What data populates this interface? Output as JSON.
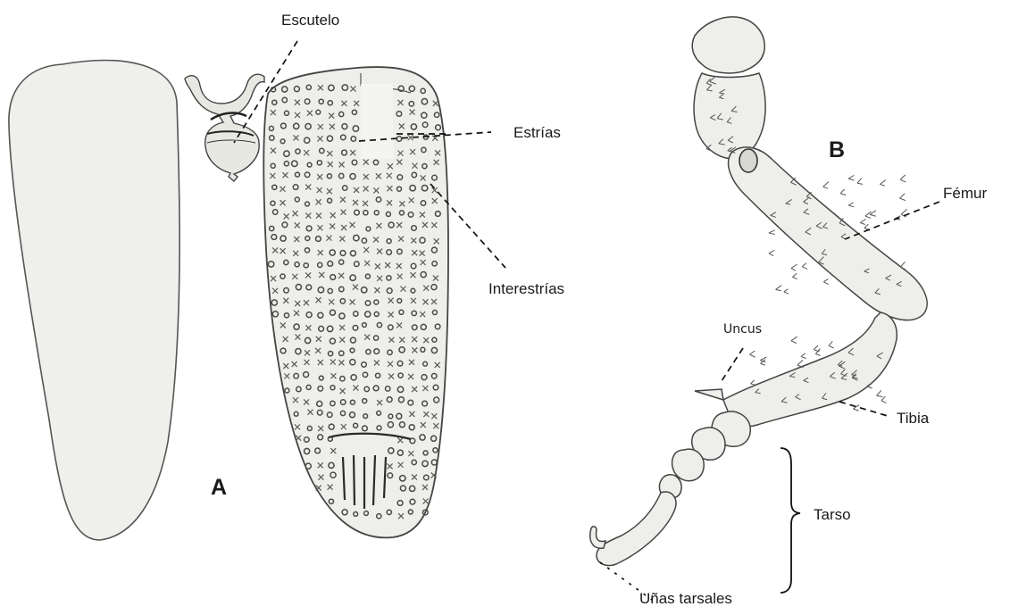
{
  "panels": {
    "a": {
      "letter": "A"
    },
    "b": {
      "letter": "B"
    }
  },
  "labels": {
    "escutelo": "Escutelo",
    "estrias": "Estrías",
    "interestrias": "Interestrías",
    "femur": "Fémur",
    "uncus": "Uncus",
    "tibia": "Tibia",
    "tarso": "Tarso",
    "unas_tarsales": "Uñas tarsales"
  },
  "colors": {
    "fill": "#eeeeea",
    "outline": "#4a4a4a",
    "pits": "#5a5a52",
    "ink": "#1a1a1a"
  }
}
